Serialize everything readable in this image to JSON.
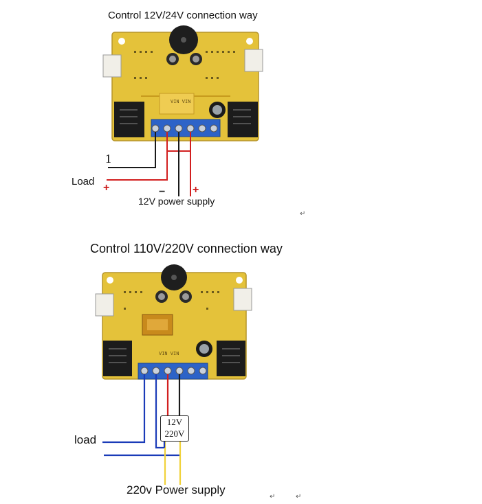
{
  "top": {
    "title": "Control 12V/24V connection way",
    "wire_label": "1",
    "load_label": "Load",
    "plus_left": "+",
    "minus": "−",
    "plus_right": "+",
    "supply_label": "12V power supply",
    "board_text": "VIN VIN"
  },
  "bottom": {
    "title": "Control 110V/220V connection way",
    "load_label": "load",
    "box_line1": "12V",
    "box_line2": "220V",
    "supply_label": "220v Power supply",
    "board_text": "VIN VIN"
  },
  "marks": {
    "return_glyph": "↵"
  },
  "colors": {
    "pcb": "#e4c23a",
    "terminal": "#2d63c8",
    "relay": "#1c1c1c",
    "wire_black": "#1a1a1a",
    "wire_red": "#d21f1f",
    "wire_blue": "#1a3bb8",
    "wire_yellow": "#f0d23a"
  }
}
